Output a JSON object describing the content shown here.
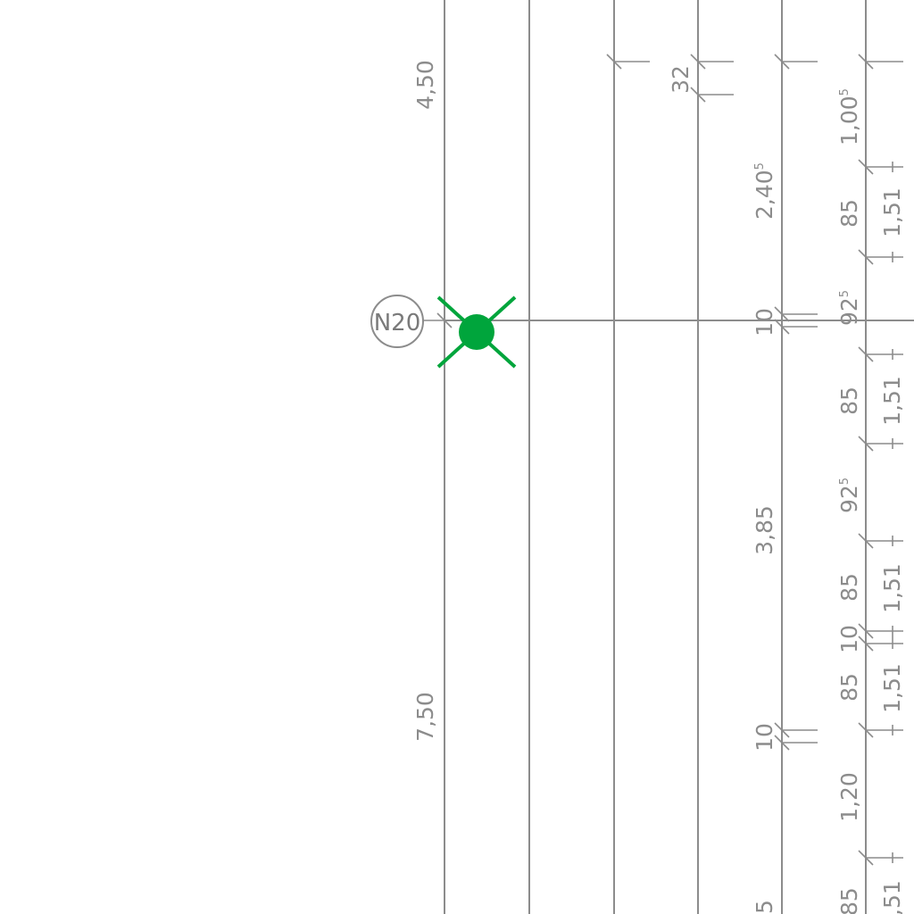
{
  "drawing": {
    "column_tag": "N20",
    "marker_color": "#00a53c",
    "line_color": "#8c8c8c",
    "icons": [
      "column-marker-icon",
      "grid-bubble-icon"
    ],
    "dimensions_left": [
      {
        "id": "d450",
        "main": "4,50"
      },
      {
        "id": "d750",
        "main": "7,50"
      }
    ],
    "dimensions_mid": [
      {
        "id": "d32",
        "main": "32"
      },
      {
        "id": "d2405",
        "main": "2,40",
        "sup": "5"
      },
      {
        "id": "d10a",
        "main": "10"
      },
      {
        "id": "d385",
        "main": "3,85"
      },
      {
        "id": "d10b",
        "main": "10"
      },
      {
        "id": "d5cut",
        "main": "5"
      }
    ],
    "dimensions_right_a": [
      {
        "id": "r1005",
        "main": "1,00",
        "sup": "5"
      },
      {
        "id": "r85a",
        "main": "85"
      },
      {
        "id": "r925a",
        "main": "92",
        "sup": "5"
      },
      {
        "id": "r85b",
        "main": "85"
      },
      {
        "id": "r925b",
        "main": "92",
        "sup": "5"
      },
      {
        "id": "r85c",
        "main": "85"
      },
      {
        "id": "r10",
        "main": "10"
      },
      {
        "id": "r85d",
        "main": "85"
      },
      {
        "id": "r120",
        "main": "1,20"
      },
      {
        "id": "r85cut",
        "main": "85"
      }
    ],
    "dimensions_right_b": [
      {
        "id": "b151a",
        "main": "1,51"
      },
      {
        "id": "b151b",
        "main": "1,51"
      },
      {
        "id": "b151c",
        "main": "1,51"
      },
      {
        "id": "b151d",
        "main": "1,51"
      },
      {
        "id": "b151cut",
        "main": ",51"
      }
    ]
  }
}
